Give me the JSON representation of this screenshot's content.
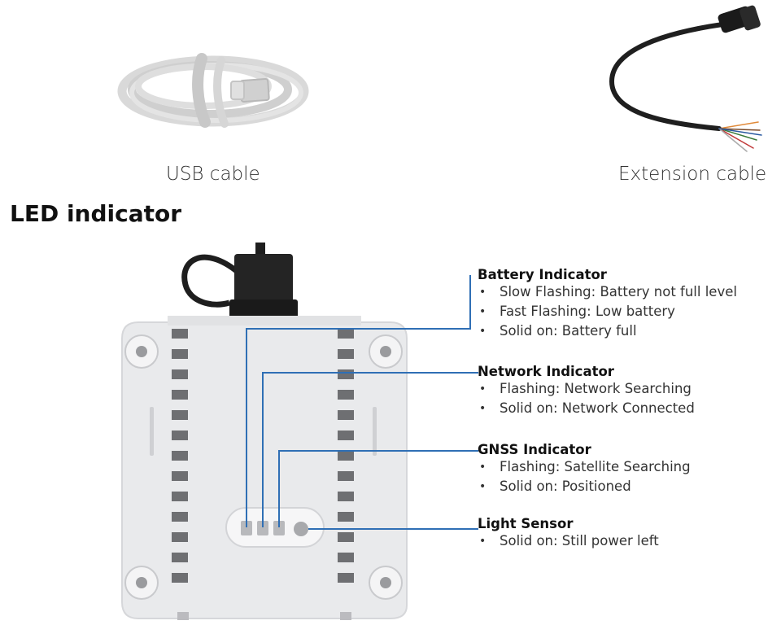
{
  "captions": {
    "usb_cable": "USB cable",
    "extension_cable": "Extension cable"
  },
  "section_title": "LED indicator",
  "indicators": [
    {
      "title": "Battery Indicator",
      "items": [
        "Slow Flashing: Battery not full level",
        "Fast Flashing: Low battery",
        "Solid on: Battery full"
      ]
    },
    {
      "title": "Network Indicator",
      "items": [
        "Flashing: Network Searching",
        "Solid on: Network Connected"
      ]
    },
    {
      "title": "GNSS Indicator",
      "items": [
        "Flashing: Satellite Searching",
        "Solid on: Positioned"
      ]
    },
    {
      "title": "Light Sensor",
      "items": [
        "Solid on: Still power left"
      ]
    }
  ],
  "colors": {
    "leader_line": "#2f6fb5",
    "device_body": "#e9eaec",
    "connector": "#1e1e1e"
  },
  "icons": {
    "usb": "usb-cable-image",
    "extension": "extension-cable-image",
    "device": "device-image"
  }
}
